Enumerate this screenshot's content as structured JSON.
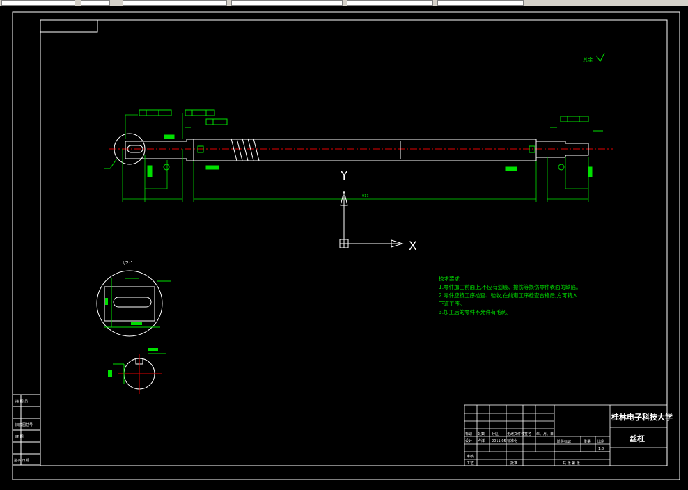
{
  "toolbar": {
    "fields": [
      "",
      "",
      "",
      "",
      "",
      ""
    ]
  },
  "drawing": {
    "university": "桂林电子科技大学",
    "part_name": "丝杠",
    "scale": "1:8",
    "surface_note": "其余",
    "detail_label": "I/2:1",
    "dim_total": "911",
    "tech_requirements": {
      "heading": "技术要求:",
      "lines": [
        "1.零件加工前面上,不应有划痕、擦伤等损伤零件表面的缺陷。",
        "2.零件应按工序检查、验收,在前道工序检查合格后,方可转入",
        "下道工序。",
        "3.加工后的零件不允许有毛刺。"
      ]
    },
    "title_block": {
      "row_mark": [
        "标记",
        "处数",
        "分区",
        "更改文件号",
        "签名",
        "年、月、日"
      ],
      "row_design": [
        "设计",
        "卢洋",
        "2011.05",
        "标准化"
      ],
      "stage_headers": [
        "阶段标记",
        "重量",
        "比例"
      ],
      "row_review": "审核",
      "row_process": "工艺",
      "approve": "批准",
      "sheet": "共  张  第  张"
    },
    "left_strip": [
      "描 图 员",
      "旧底图总号",
      "底 图",
      "签字 日期"
    ],
    "axis_labels": {
      "x": "X",
      "y": "Y"
    }
  }
}
